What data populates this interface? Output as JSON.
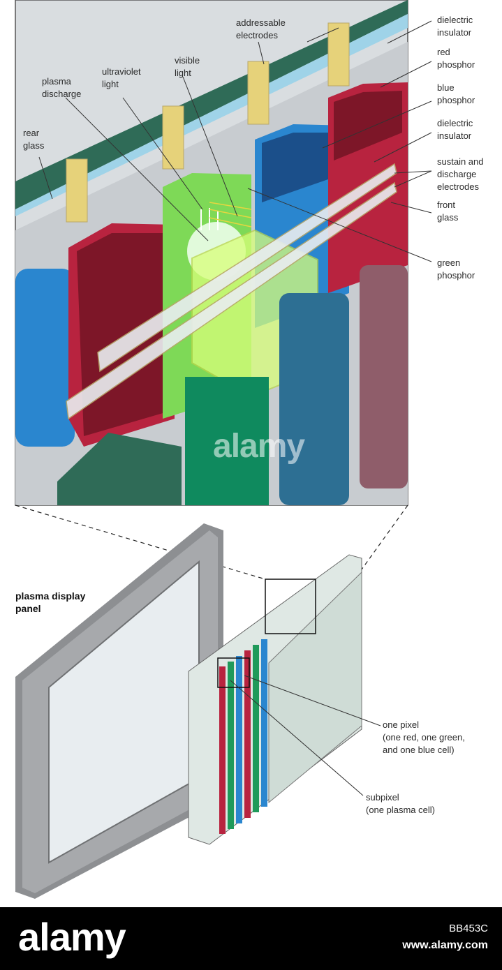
{
  "labels": {
    "addressable_electrodes": "addressable\nelectrodes",
    "dielectric_insulator_top": "dielectric\ninsulator",
    "red_phosphor": "red\nphosphor",
    "blue_phosphor": "blue\nphosphor",
    "dielectric_insulator_front": "dielectric\ninsulator",
    "sustain_discharge_electrodes": "sustain and\ndischarge\nelectrodes",
    "front_glass": "front\nglass",
    "green_phosphor": "green\nphosphor",
    "visible_light": "visible\nlight",
    "ultraviolet_light": "ultraviolet\nlight",
    "plasma_discharge": "plasma\ndischarge",
    "rear_glass": "rear\nglass",
    "plasma_display_panel": "plasma display\npanel",
    "one_pixel": "one pixel\n(one red, one green,\n and one blue cell)",
    "subpixel": "subpixel\n(one plasma cell)"
  },
  "watermark": "alamy",
  "footer": {
    "logo": "alamy",
    "image_id": "BB453C",
    "url": "www.alamy.com"
  },
  "colors": {
    "red_phosphor": "#b8233f",
    "green_phosphor": "#1f9a5a",
    "blue_phosphor": "#2a86cf",
    "glass": "#bfe3f0",
    "electrode": "#e6d27a",
    "frame": "#8d8f92"
  }
}
